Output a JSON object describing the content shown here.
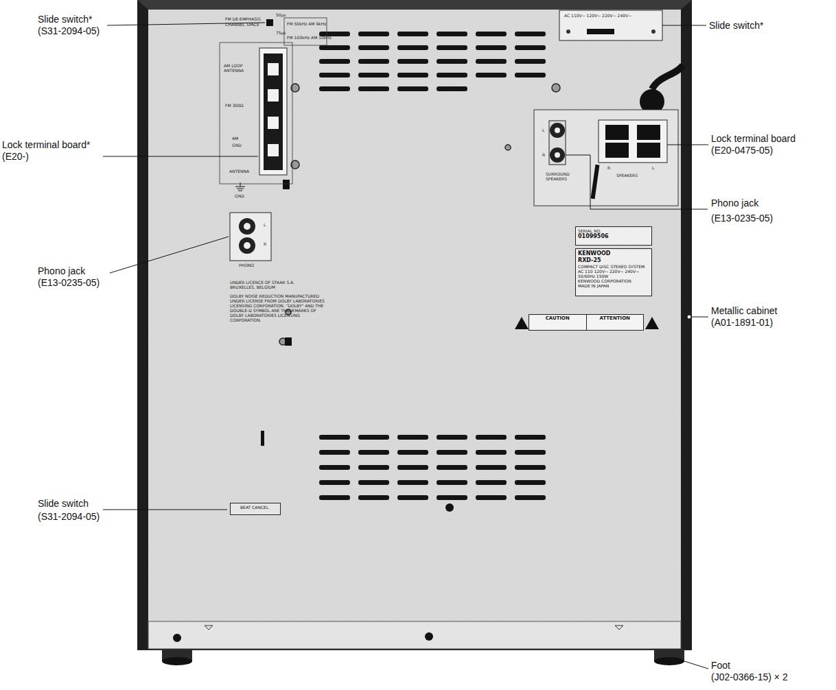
{
  "diagram": {
    "nodes": [
      {
        "text": [
          "SERIAL NO.",
          "01099506"
        ]
      },
      {
        "text": [
          "KENWOOD",
          "RXD-25",
          "COMPACT DISC STEREO SYSTEM",
          "AC 110 120V~ 220V~ 240V~ 50/60Hz 150W",
          "KENWOOD CORPORATION",
          "MADE IN JAPAN"
        ]
      },
      {
        "text": [
          "CAUTION",
          "ATTENTION"
        ]
      },
      {
        "text": [
          "BEAT CANCEL"
        ]
      }
    ],
    "labels": [
      "Slide switch*",
      "(S31-2094-05)",
      "Lock terminal board*",
      "(E20-)",
      "Phono jack",
      "(E13-0235-05)",
      "Slide switch",
      "(S31-2094-05)",
      "Slide switch*",
      "Lock terminal board",
      "(E20-0475-05)",
      "Phono jack",
      "(E13-0235-05)",
      "Metallic cabinet",
      "(A01-1891-01)",
      "Foot",
      "(J02-0366-15) × 2",
      "50μs",
      "FM DE-EMPHASIS",
      "CHANNEL SPACE",
      "75μs",
      "FM 50kHz AM 9kHz",
      "FM 100kHz AM 10kHz",
      "AM LOOP ANTENNA",
      "FM 300Ω",
      "AM",
      "GND",
      "ANTENNA",
      "GND",
      "L",
      "R",
      "PHONO",
      "UNDER LICENCE OF STAAR S.A. BRUXELLES, BELGIUM",
      "DOLBY NOISE REDUCTION MANUFACTURED UNDER LICENSE FROM DOLBY LABORATORIES LICENSING CORPORATION. \"DOLBY\" AND THE DOUBLE-D SYMBOL ARE TRADEMARKS OF DOLBY LABORATORIES LICENSING CORPORATION.",
      "AC 110V~ 120V~ 220V~ 240V~",
      "L",
      "R",
      "SURROUND SPEAKERS",
      "SPEAKERS",
      "R",
      "L"
    ]
  }
}
